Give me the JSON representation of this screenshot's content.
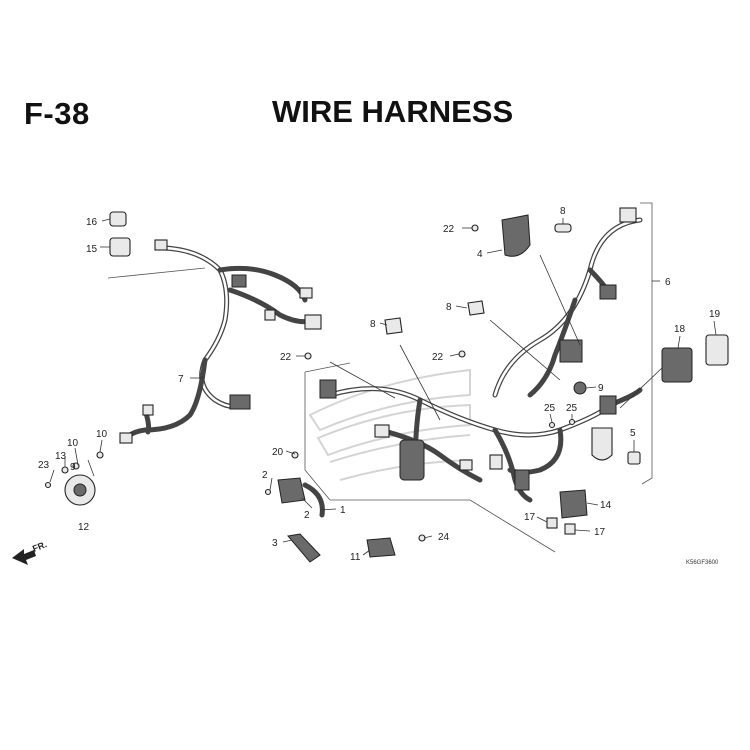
{
  "header": {
    "figure_code": "F-38",
    "title": "WIRE HARNESS"
  },
  "reference_code": "K56GF3600",
  "direction_label": "FR.",
  "callouts": [
    {
      "id": "c16",
      "text": "16"
    },
    {
      "id": "c15",
      "text": "15"
    },
    {
      "id": "c7",
      "text": "7"
    },
    {
      "id": "c10a",
      "text": "10"
    },
    {
      "id": "c10b",
      "text": "10"
    },
    {
      "id": "c13",
      "text": "13"
    },
    {
      "id": "c9a",
      "text": "9"
    },
    {
      "id": "c23",
      "text": "23"
    },
    {
      "id": "c12",
      "text": "12"
    },
    {
      "id": "c20",
      "text": "20"
    },
    {
      "id": "c2a",
      "text": "2"
    },
    {
      "id": "c2b",
      "text": "2"
    },
    {
      "id": "c1",
      "text": "1"
    },
    {
      "id": "c3",
      "text": "3"
    },
    {
      "id": "c11",
      "text": "11"
    },
    {
      "id": "c24",
      "text": "24"
    },
    {
      "id": "c22a",
      "text": "22"
    },
    {
      "id": "c22b",
      "text": "22"
    },
    {
      "id": "c22c",
      "text": "22"
    },
    {
      "id": "c8a",
      "text": "8"
    },
    {
      "id": "c8b",
      "text": "8"
    },
    {
      "id": "c8c",
      "text": "8"
    },
    {
      "id": "c4",
      "text": "4"
    },
    {
      "id": "c6",
      "text": "6"
    },
    {
      "id": "c18",
      "text": "18"
    },
    {
      "id": "c19",
      "text": "19"
    },
    {
      "id": "c9b",
      "text": "9"
    },
    {
      "id": "c25a",
      "text": "25"
    },
    {
      "id": "c25b",
      "text": "25"
    },
    {
      "id": "c5",
      "text": "5"
    },
    {
      "id": "c14",
      "text": "14"
    },
    {
      "id": "c17a",
      "text": "17"
    },
    {
      "id": "c17b",
      "text": "17"
    }
  ]
}
